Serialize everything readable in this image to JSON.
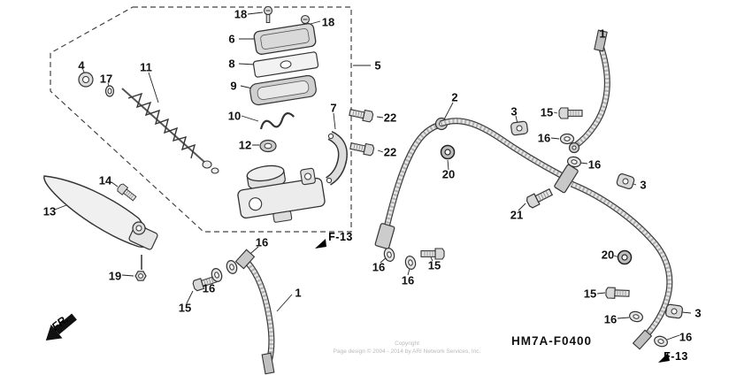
{
  "diagram": {
    "code": "HM7A-F0400",
    "fr_label": "FR.",
    "page_refs": {
      "left": "F-13",
      "right": "F-13"
    },
    "copyright": {
      "line1": "Copyright",
      "line2": "Page design © 2004 - 2014 by ARI Network Services, Inc."
    },
    "colors": {
      "line": "#2b2b2b",
      "fill_light": "#e8e8e8",
      "hose_outer": "#3a3a3a"
    }
  },
  "callouts": [
    "18",
    "18",
    "6",
    "8",
    "5",
    "9",
    "10",
    "12",
    "4",
    "17",
    "11",
    "7",
    "22",
    "22",
    "2",
    "3",
    "15",
    "16",
    "16",
    "1",
    "20",
    "3",
    "21",
    "13",
    "14",
    "19",
    "15",
    "16",
    "16",
    "1",
    "16",
    "16",
    "15",
    "20",
    "15",
    "16",
    "3",
    "16"
  ]
}
